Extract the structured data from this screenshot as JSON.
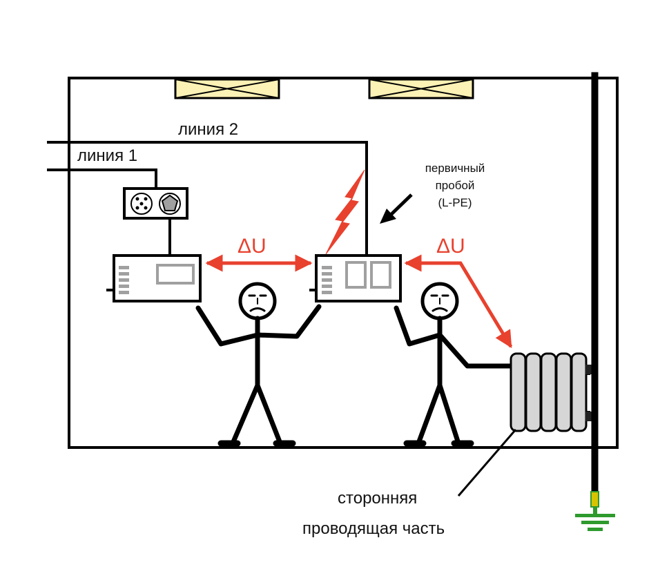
{
  "labels": {
    "line1": "линия 1",
    "line2": "линия 2",
    "breakdown_line1": "первичный",
    "breakdown_line2": "пробой",
    "breakdown_line3": "(L-PE)",
    "delta_u_left": "ΔU",
    "delta_u_right": "ΔU",
    "part_line1": "сторонняя",
    "part_line2": "проводящая часть"
  },
  "colors": {
    "wire": "#000000",
    "accent_red": "#e8412e",
    "light_fixture": "#fdf2b5",
    "ground_green": "#2e9a2e",
    "device_grey": "#a0a0a0"
  },
  "icons": [
    "light-fixture-icon",
    "socket-icon",
    "stick-figure-icon",
    "lightning-icon",
    "radiator-icon",
    "ground-icon"
  ]
}
